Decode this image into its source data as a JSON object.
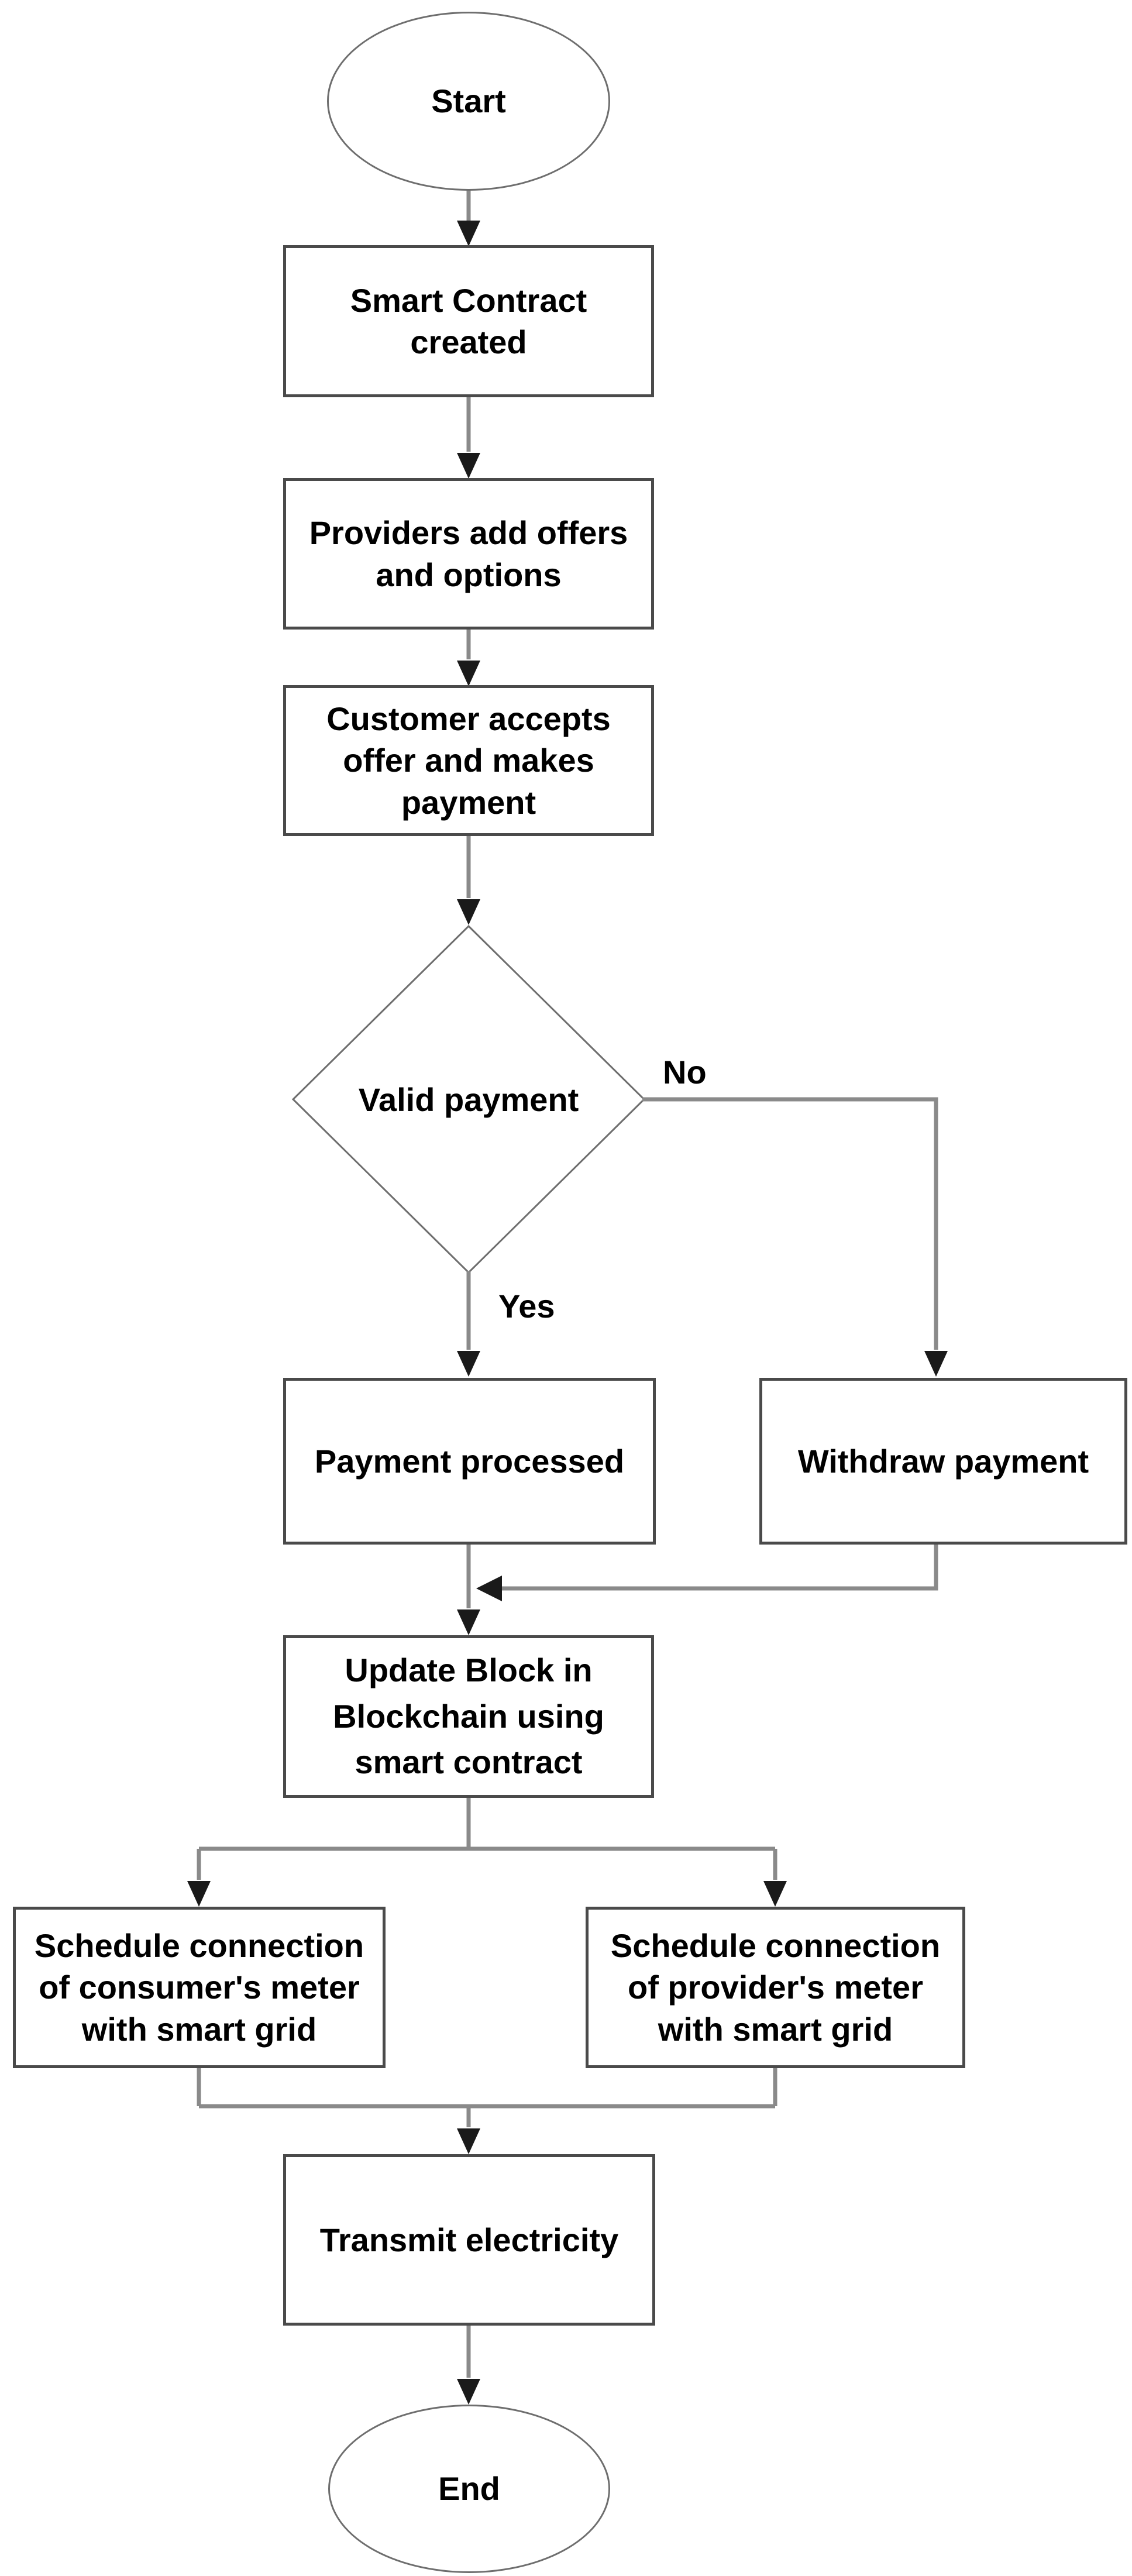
{
  "flowchart": {
    "nodes": {
      "start": {
        "label": "Start",
        "shape": "ellipse"
      },
      "smart_contract_created": {
        "label": "Smart Contract created",
        "shape": "rect"
      },
      "providers_add_offers": {
        "label": "Providers add offers and options",
        "shape": "rect"
      },
      "customer_accepts": {
        "label": "Customer accepts offer and makes payment",
        "shape": "rect"
      },
      "valid_payment": {
        "label": "Valid payment",
        "shape": "diamond"
      },
      "payment_processed": {
        "label": "Payment processed",
        "shape": "rect"
      },
      "withdraw_payment": {
        "label": "Withdraw payment",
        "shape": "rect"
      },
      "update_block": {
        "label": "Update Block in Blockchain using smart contract",
        "shape": "rect"
      },
      "schedule_consumer_meter": {
        "label": "Schedule connection of consumer's meter with smart grid",
        "shape": "rect"
      },
      "schedule_provider_meter": {
        "label": "Schedule connection of provider's meter with smart grid",
        "shape": "rect"
      },
      "transmit_electricity": {
        "label": "Transmit electricity",
        "shape": "rect"
      },
      "end": {
        "label": "End",
        "shape": "ellipse"
      }
    },
    "edge_labels": {
      "no": "No",
      "yes": "Yes"
    },
    "edges": [
      {
        "from": "start",
        "to": "smart_contract_created"
      },
      {
        "from": "smart_contract_created",
        "to": "providers_add_offers"
      },
      {
        "from": "providers_add_offers",
        "to": "customer_accepts"
      },
      {
        "from": "customer_accepts",
        "to": "valid_payment"
      },
      {
        "from": "valid_payment",
        "to": "withdraw_payment",
        "label": "No"
      },
      {
        "from": "valid_payment",
        "to": "payment_processed",
        "label": "Yes"
      },
      {
        "from": "withdraw_payment",
        "to": "update_block"
      },
      {
        "from": "payment_processed",
        "to": "update_block"
      },
      {
        "from": "update_block",
        "to": "schedule_consumer_meter"
      },
      {
        "from": "update_block",
        "to": "schedule_provider_meter"
      },
      {
        "from": "schedule_consumer_meter",
        "to": "transmit_electricity"
      },
      {
        "from": "schedule_provider_meter",
        "to": "transmit_electricity"
      },
      {
        "from": "transmit_electricity",
        "to": "end"
      }
    ],
    "colors": {
      "rect_border": "#4a4a4a",
      "terminator_border": "#6e6e6e",
      "connector": "#8a8a8a",
      "arrowhead": "#1a1a1a",
      "text": "#000000",
      "background": "#ffffff"
    }
  }
}
